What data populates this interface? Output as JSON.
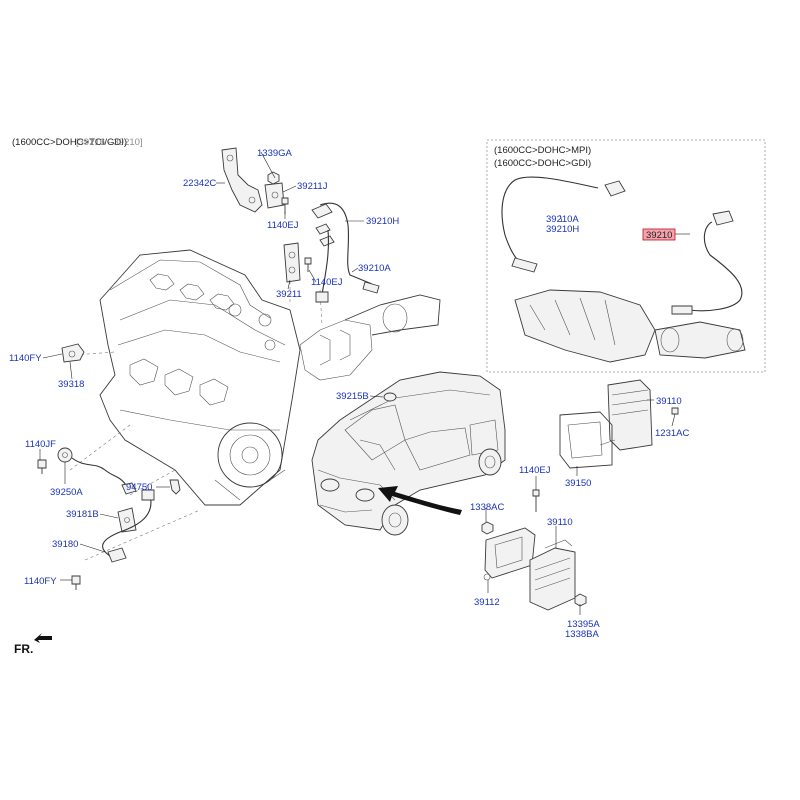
{
  "header": {
    "variant_left": "(1600CC>DOHC>TCI/GDI)",
    "variant_left_overlap": "[39216 - 39210]",
    "variant_mpi": "(1600CC>DOHC>MPI)",
    "variant_gdi": "(1600CC>DOHC>GDI)"
  },
  "labels": {
    "p1339GA": "1339GA",
    "p22342C": "22342C",
    "p39211J": "39211J",
    "p1140EJ_a": "1140EJ",
    "p39210H": "39210H",
    "p39210A_left": "39210A",
    "p1140EJ_b": "1140EJ",
    "p39211": "39211",
    "p1140FY_a": "1140FY",
    "p39318": "39318",
    "p39215B": "39215B",
    "p1140JF": "1140JF",
    "p39250A": "39250A",
    "p94750": "94750",
    "p39181B": "39181B",
    "p39180": "39180",
    "p1140FY_b": "1140FY",
    "p39210A_box": "39210A",
    "p39210H_box": "39210H",
    "p39210_highlight": "39210",
    "p39110_top": "39110",
    "p1231AC": "1231AC",
    "p39150": "39150",
    "p1140EJ_c": "1140EJ",
    "p1338AC": "1338AC",
    "p39110_bottom": "39110",
    "p39112": "39112",
    "p13395A": "13395A",
    "p1338BA": "1338BA",
    "fr": "FR."
  },
  "colors": {
    "label_blue": "#1a33b8",
    "highlight_fill": "#f4a3ad",
    "highlight_border": "#c01020",
    "line_art": "#3a3a3a"
  },
  "icons": {
    "front_arrow": "arrow-left-down-icon"
  }
}
